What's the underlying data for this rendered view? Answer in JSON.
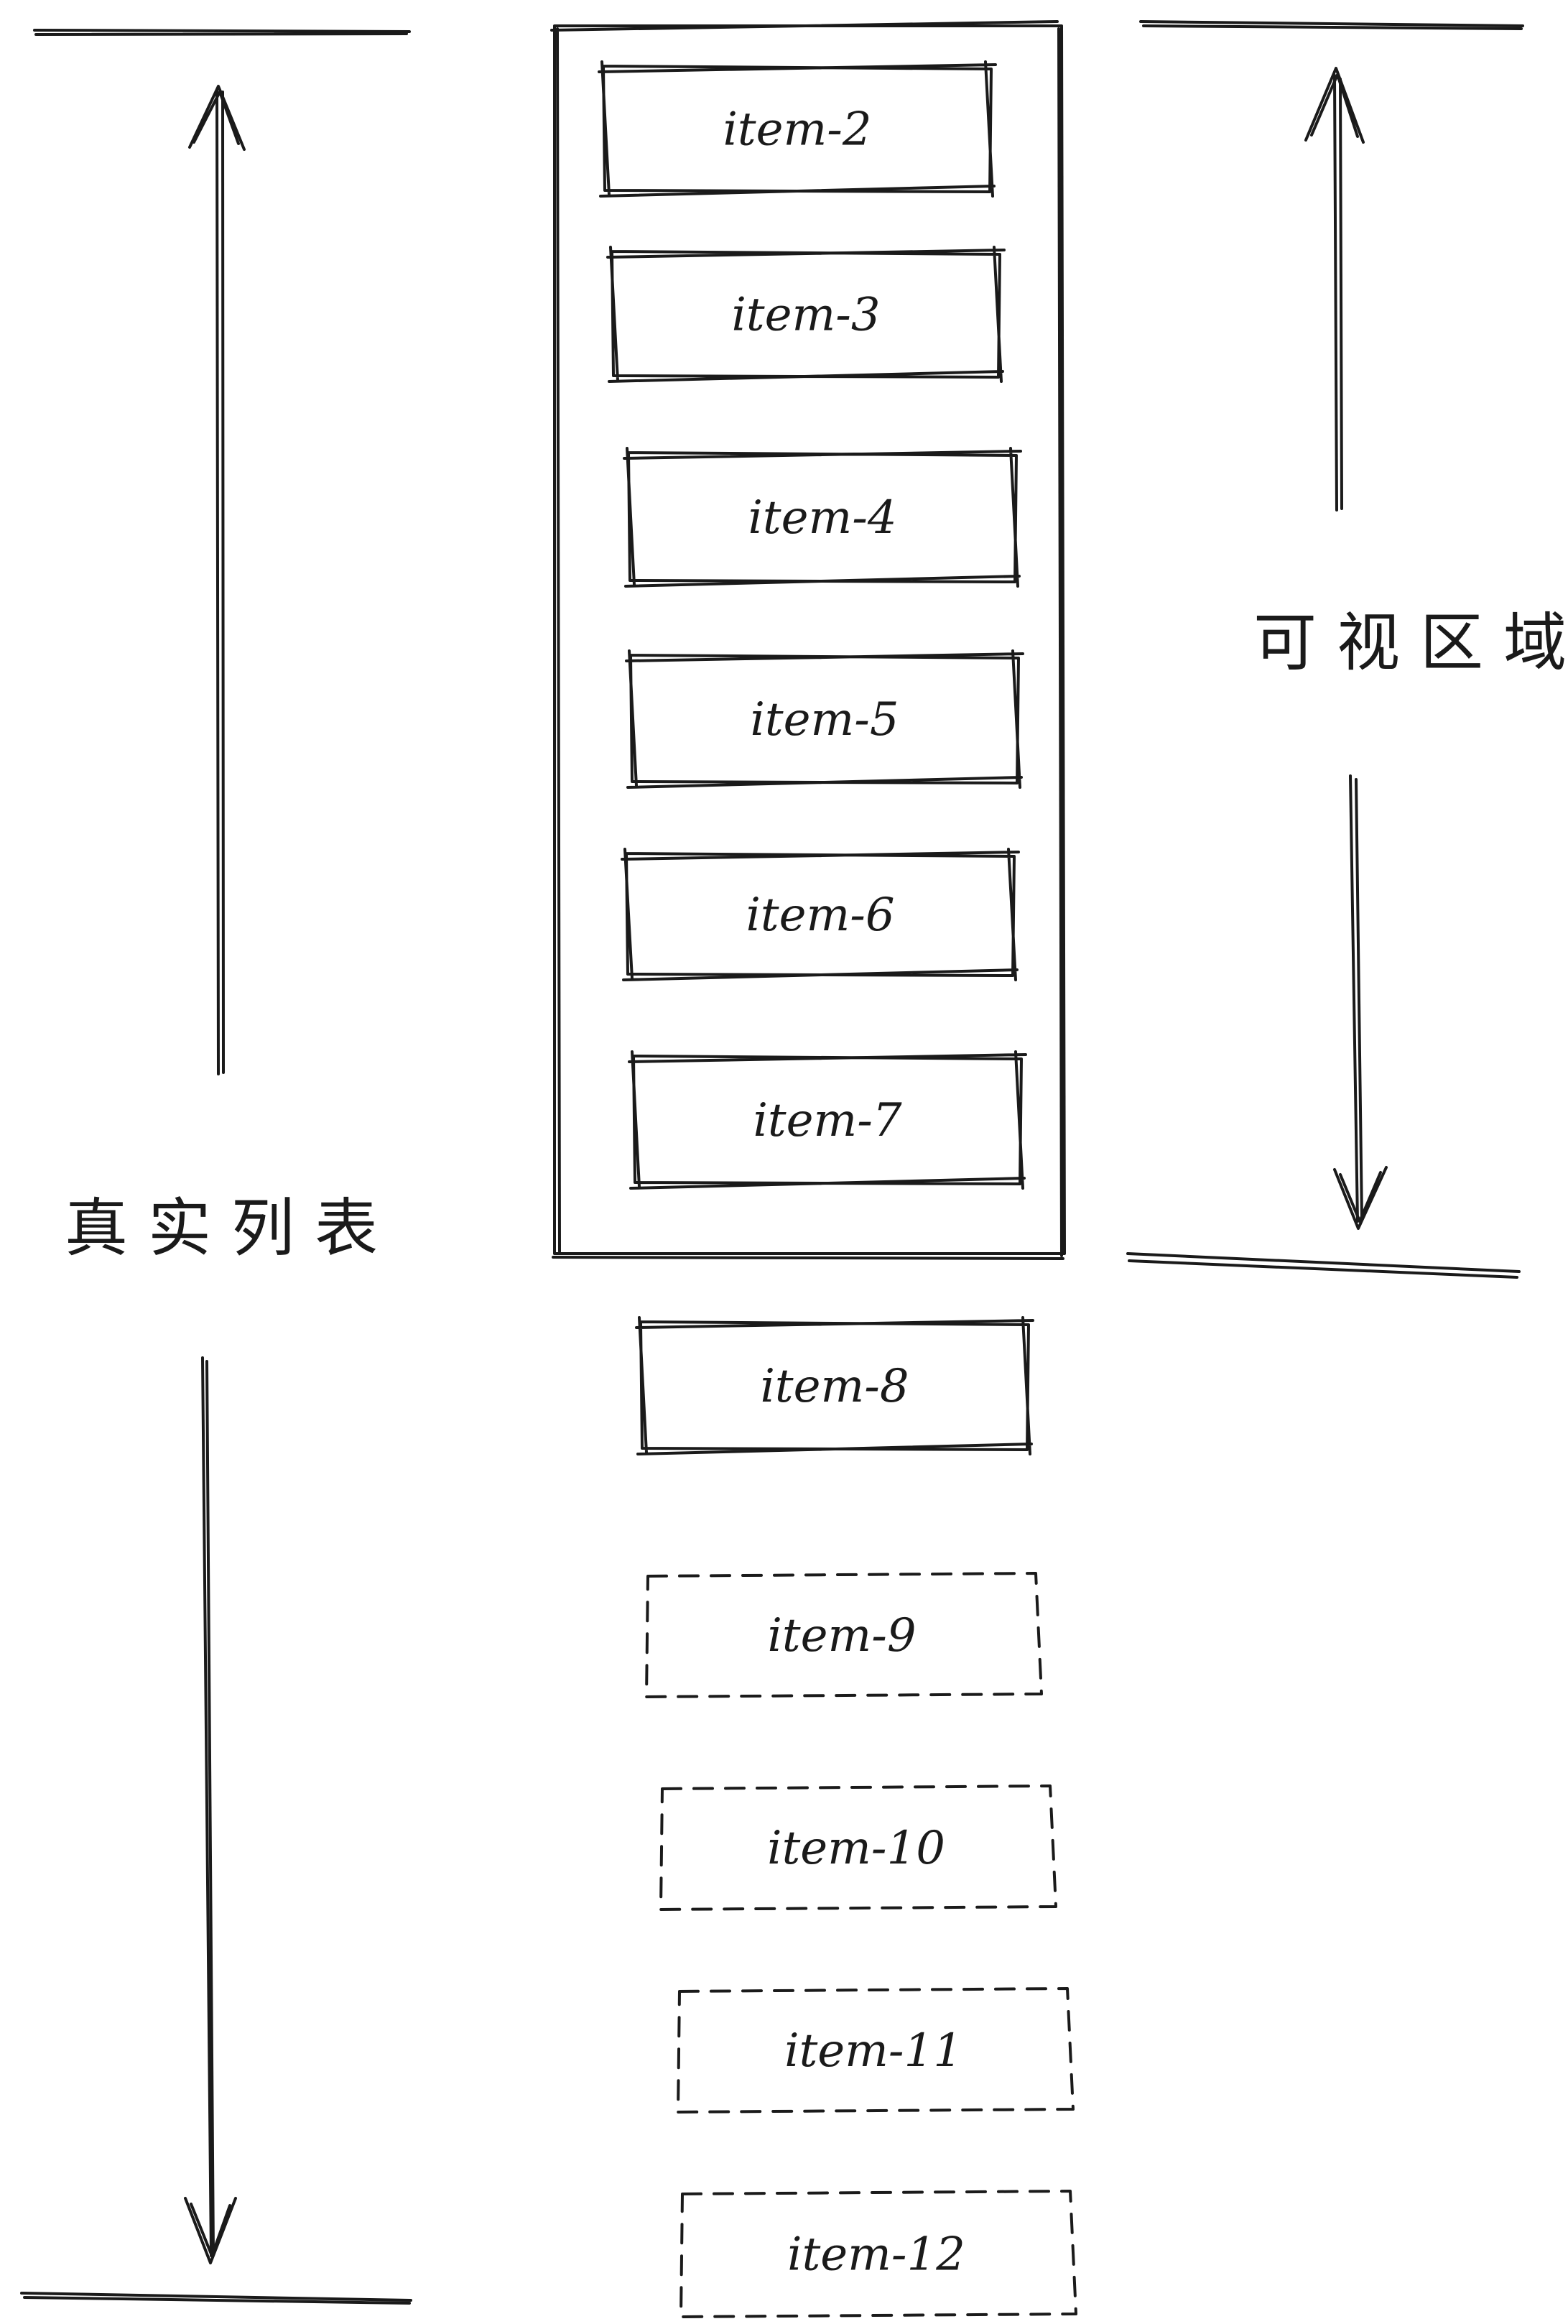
{
  "labels": {
    "real_list": "真实列表",
    "visible_area": "可视区域"
  },
  "items": [
    {
      "label": "item-2",
      "rendered": true
    },
    {
      "label": "item-3",
      "rendered": true
    },
    {
      "label": "item-4",
      "rendered": true
    },
    {
      "label": "item-5",
      "rendered": true
    },
    {
      "label": "item-6",
      "rendered": true
    },
    {
      "label": "item-7",
      "rendered": true
    },
    {
      "label": "item-8",
      "rendered": true
    },
    {
      "label": "item-9",
      "rendered": false
    },
    {
      "label": "item-10",
      "rendered": false
    },
    {
      "label": "item-11",
      "rendered": false
    },
    {
      "label": "item-12",
      "rendered": false
    }
  ],
  "colors": {
    "ink": "#1a1a1a",
    "background": "#ffffff"
  }
}
